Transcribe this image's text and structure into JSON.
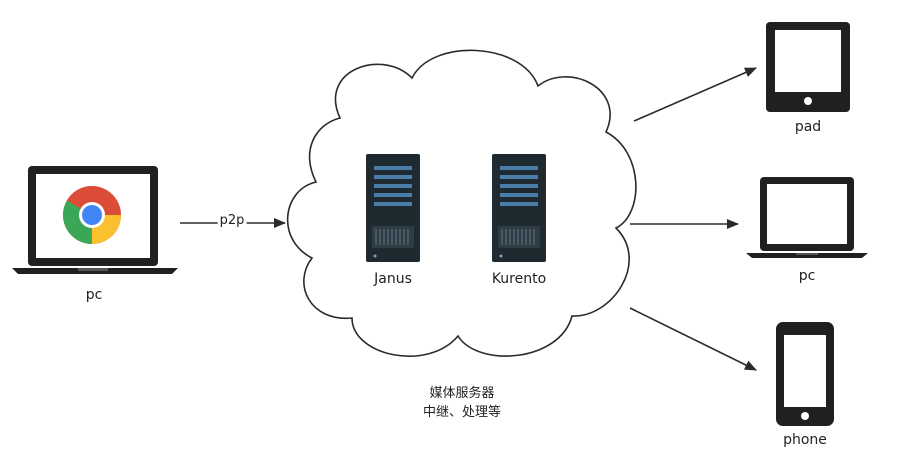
{
  "source": {
    "label": "pc"
  },
  "link": {
    "label": "p2p"
  },
  "servers": [
    {
      "label": "Janus"
    },
    {
      "label": "Kurento"
    }
  ],
  "cloud": {
    "caption_line1": "媒体服务器",
    "caption_line2": "中继、处理等"
  },
  "targets": [
    {
      "label": "pad"
    },
    {
      "label": "pc"
    },
    {
      "label": "phone"
    }
  ],
  "colors": {
    "line": "#2b2b2b",
    "device_body": "#202020",
    "server_body": "#1f2a30",
    "server_bar": "#4a7ea8",
    "chrome_red": "#dd4b39",
    "chrome_yellow": "#fbc02d",
    "chrome_green": "#3aa757",
    "chrome_blue": "#4285f4"
  }
}
